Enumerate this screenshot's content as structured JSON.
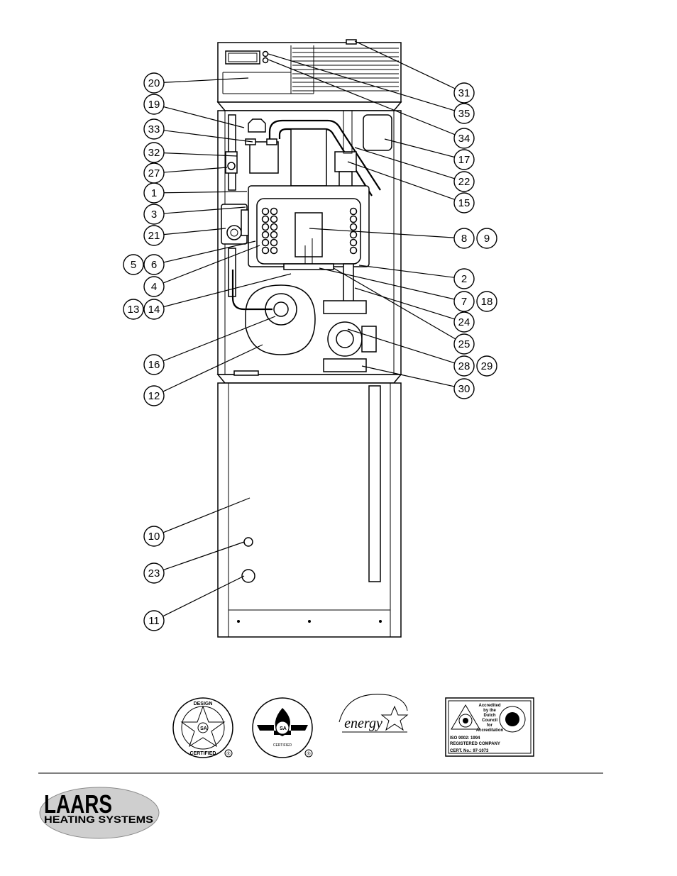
{
  "callouts": [
    {
      "label": "1",
      "type": "single"
    },
    {
      "label": "2",
      "type": "single"
    },
    {
      "label": "3",
      "type": "single"
    },
    {
      "label": "4",
      "type": "single"
    },
    {
      "label": "5",
      "type": "pair-first"
    },
    {
      "label": "6",
      "type": "pair-second"
    },
    {
      "label": "7",
      "type": "pair-first"
    },
    {
      "label": "8",
      "type": "pair-first"
    },
    {
      "label": "9",
      "type": "pair-second"
    },
    {
      "label": "10",
      "type": "single"
    },
    {
      "label": "11",
      "type": "single"
    },
    {
      "label": "12",
      "type": "single"
    },
    {
      "label": "13",
      "type": "pair-first"
    },
    {
      "label": "14",
      "type": "pair-second"
    },
    {
      "label": "15",
      "type": "single"
    },
    {
      "label": "16",
      "type": "single"
    },
    {
      "label": "17",
      "type": "single"
    },
    {
      "label": "18",
      "type": "pair-second"
    },
    {
      "label": "19",
      "type": "single"
    },
    {
      "label": "20",
      "type": "single"
    },
    {
      "label": "21",
      "type": "single"
    },
    {
      "label": "22",
      "type": "single"
    },
    {
      "label": "23",
      "type": "single"
    },
    {
      "label": "24",
      "type": "single"
    },
    {
      "label": "25",
      "type": "single"
    },
    {
      "label": "27",
      "type": "single"
    },
    {
      "label": "28",
      "type": "pair-first"
    },
    {
      "label": "29",
      "type": "pair-second"
    },
    {
      "label": "30",
      "type": "single"
    },
    {
      "label": "31",
      "type": "single"
    },
    {
      "label": "32",
      "type": "single"
    },
    {
      "label": "33",
      "type": "single"
    },
    {
      "label": "34",
      "type": "single"
    },
    {
      "label": "35",
      "type": "single"
    }
  ],
  "certifications": {
    "csa_design": {
      "top_text": "DESIGN",
      "bottom_text": "CERTIFIED",
      "registered": "®",
      "seal": "SA"
    },
    "csa_flame": {
      "bottom_text": "CERTIFIED",
      "registered": "®",
      "seal": "SA"
    },
    "energy_star": {
      "word": "energy"
    },
    "iso": {
      "accred_lines": [
        "Accredited",
        "by the",
        "Dutch",
        "Council",
        "for",
        "Accreditation"
      ],
      "standard": "ISO 9002: 1994",
      "company": "REGISTERED COMPANY",
      "cert": "CERT. No.: 97-1073"
    }
  },
  "logo": {
    "brand": "LAARS",
    "tagline": "HEATING SYSTEMS"
  }
}
